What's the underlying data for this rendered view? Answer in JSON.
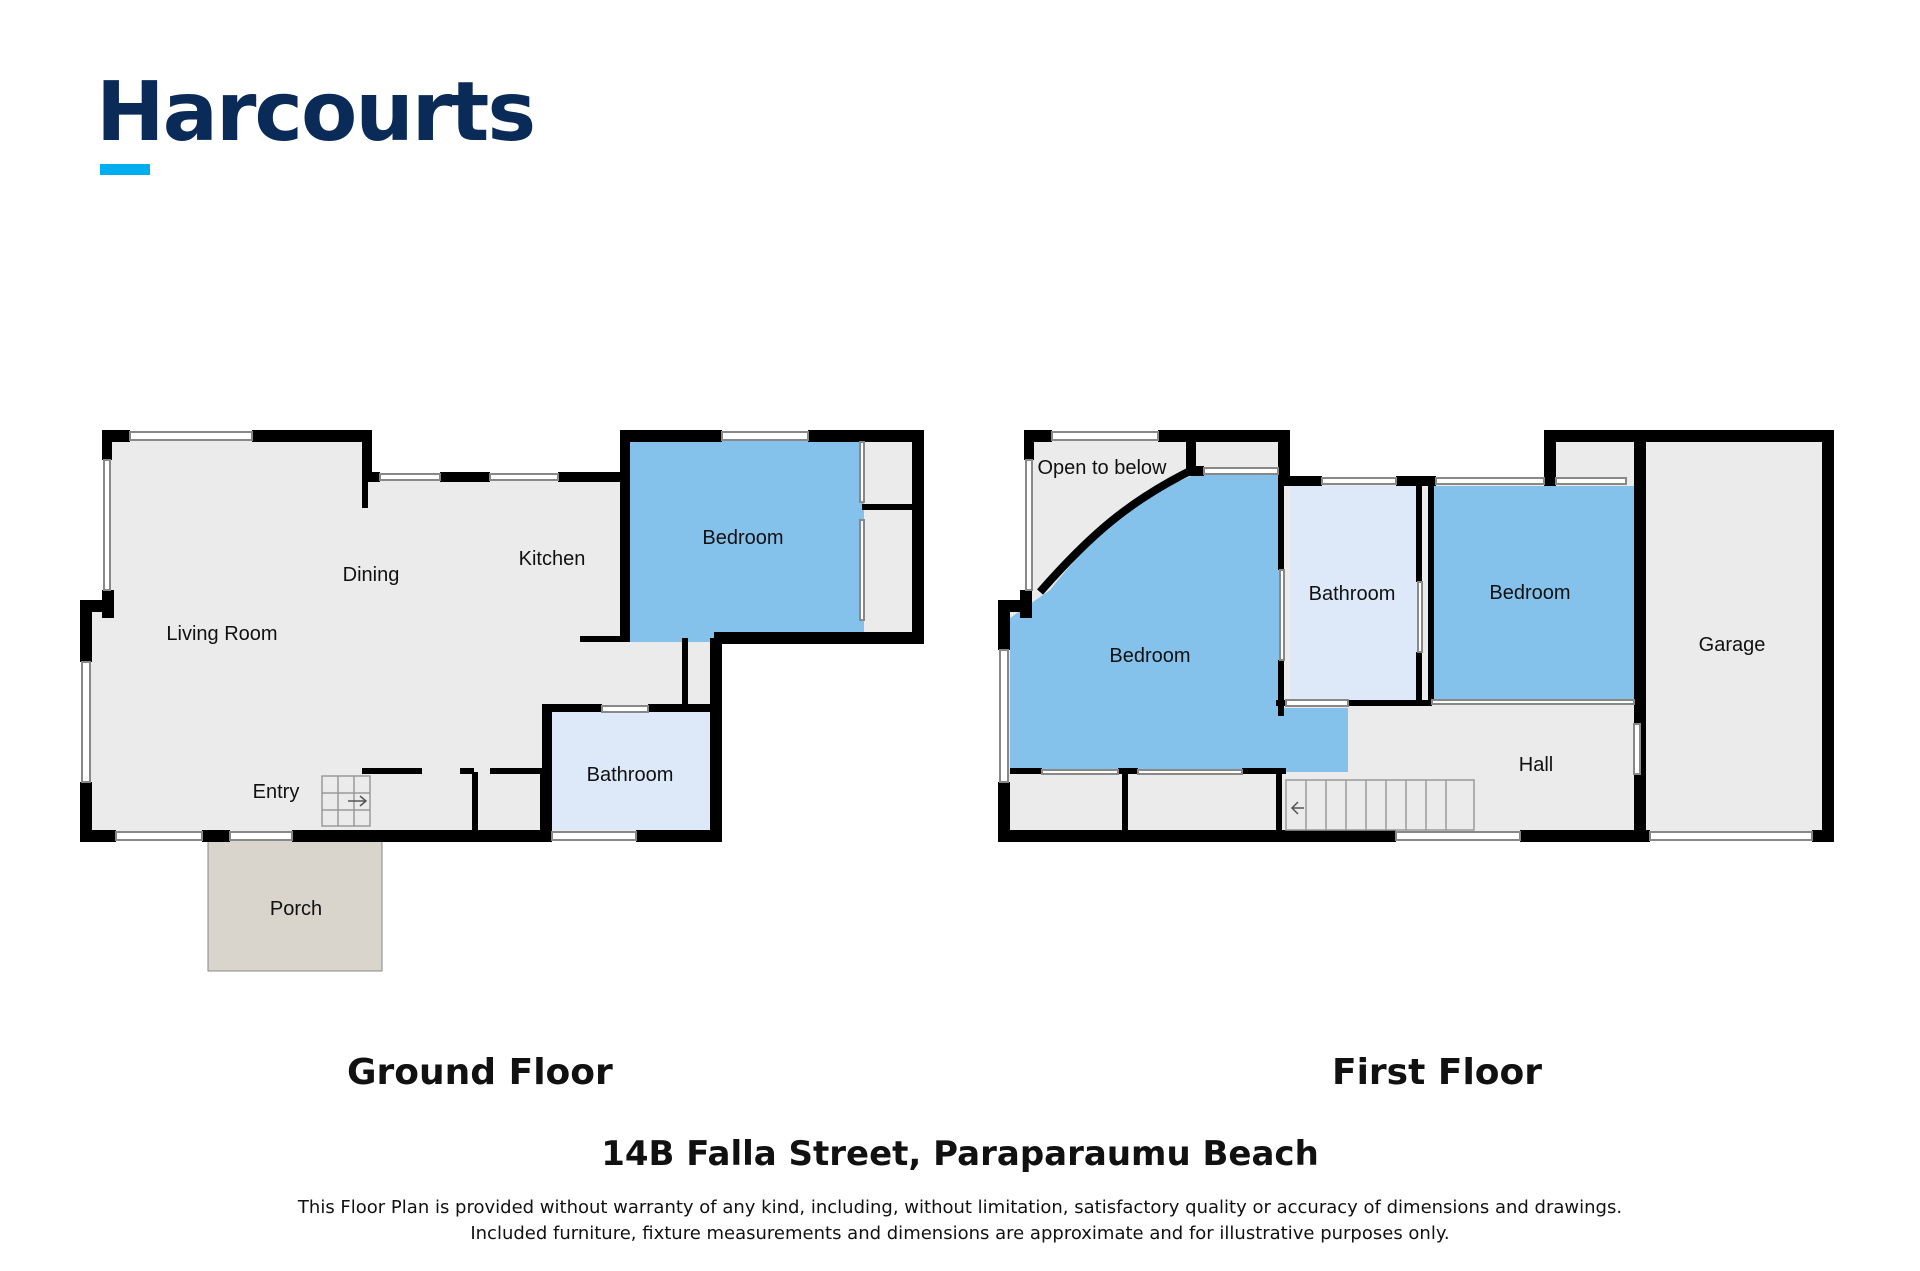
{
  "brand": {
    "name": "Harcourts",
    "logo_color": "#0a2a57",
    "accent_color": "#00adef"
  },
  "ground_floor": {
    "title": "Ground Floor",
    "rooms": {
      "living_room": "Living Room",
      "dining": "Dining",
      "kitchen": "Kitchen",
      "bedroom": "Bedroom",
      "bathroom": "Bathroom",
      "entry": "Entry",
      "porch": "Porch"
    }
  },
  "first_floor": {
    "title": "First Floor",
    "rooms": {
      "open_to_below": "Open to below",
      "bedroom_1": "Bedroom",
      "bathroom": "Bathroom",
      "bedroom_2": "Bedroom",
      "garage": "Garage",
      "hall": "Hall"
    }
  },
  "address": "14B Falla Street, Paraparaumu Beach",
  "disclaimer": {
    "line1": "This Floor Plan is provided without warranty of any kind, including, without limitation, satisfactory quality or accuracy of dimensions and drawings.",
    "line2": "Included furniture, fixture measurements and dimensions are approximate and for illustrative purposes only."
  },
  "colors": {
    "floor": "#ebebeb",
    "bedroom": "#84c2ec",
    "bathroom": "#dde9f8",
    "porch": "#d9d4cc",
    "wall": "#000000"
  }
}
